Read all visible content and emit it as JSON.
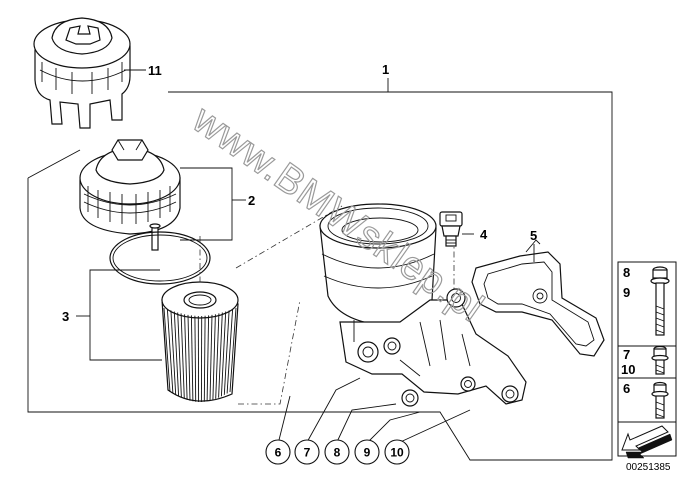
{
  "diagram": {
    "callouts": {
      "c1": "1",
      "c2": "2",
      "c3": "3",
      "c4": "4",
      "c5": "5",
      "c11": "11"
    },
    "circled_callouts": [
      "6",
      "7",
      "8",
      "9",
      "10"
    ],
    "side_panel": {
      "rows": [
        {
          "top": "8",
          "bottom": "9"
        },
        {
          "top": "7",
          "bottom": "10"
        },
        {
          "top": "6",
          "bottom": ""
        }
      ]
    },
    "watermark": "www.BMWsklep.pl",
    "doc_number": "00251385"
  }
}
